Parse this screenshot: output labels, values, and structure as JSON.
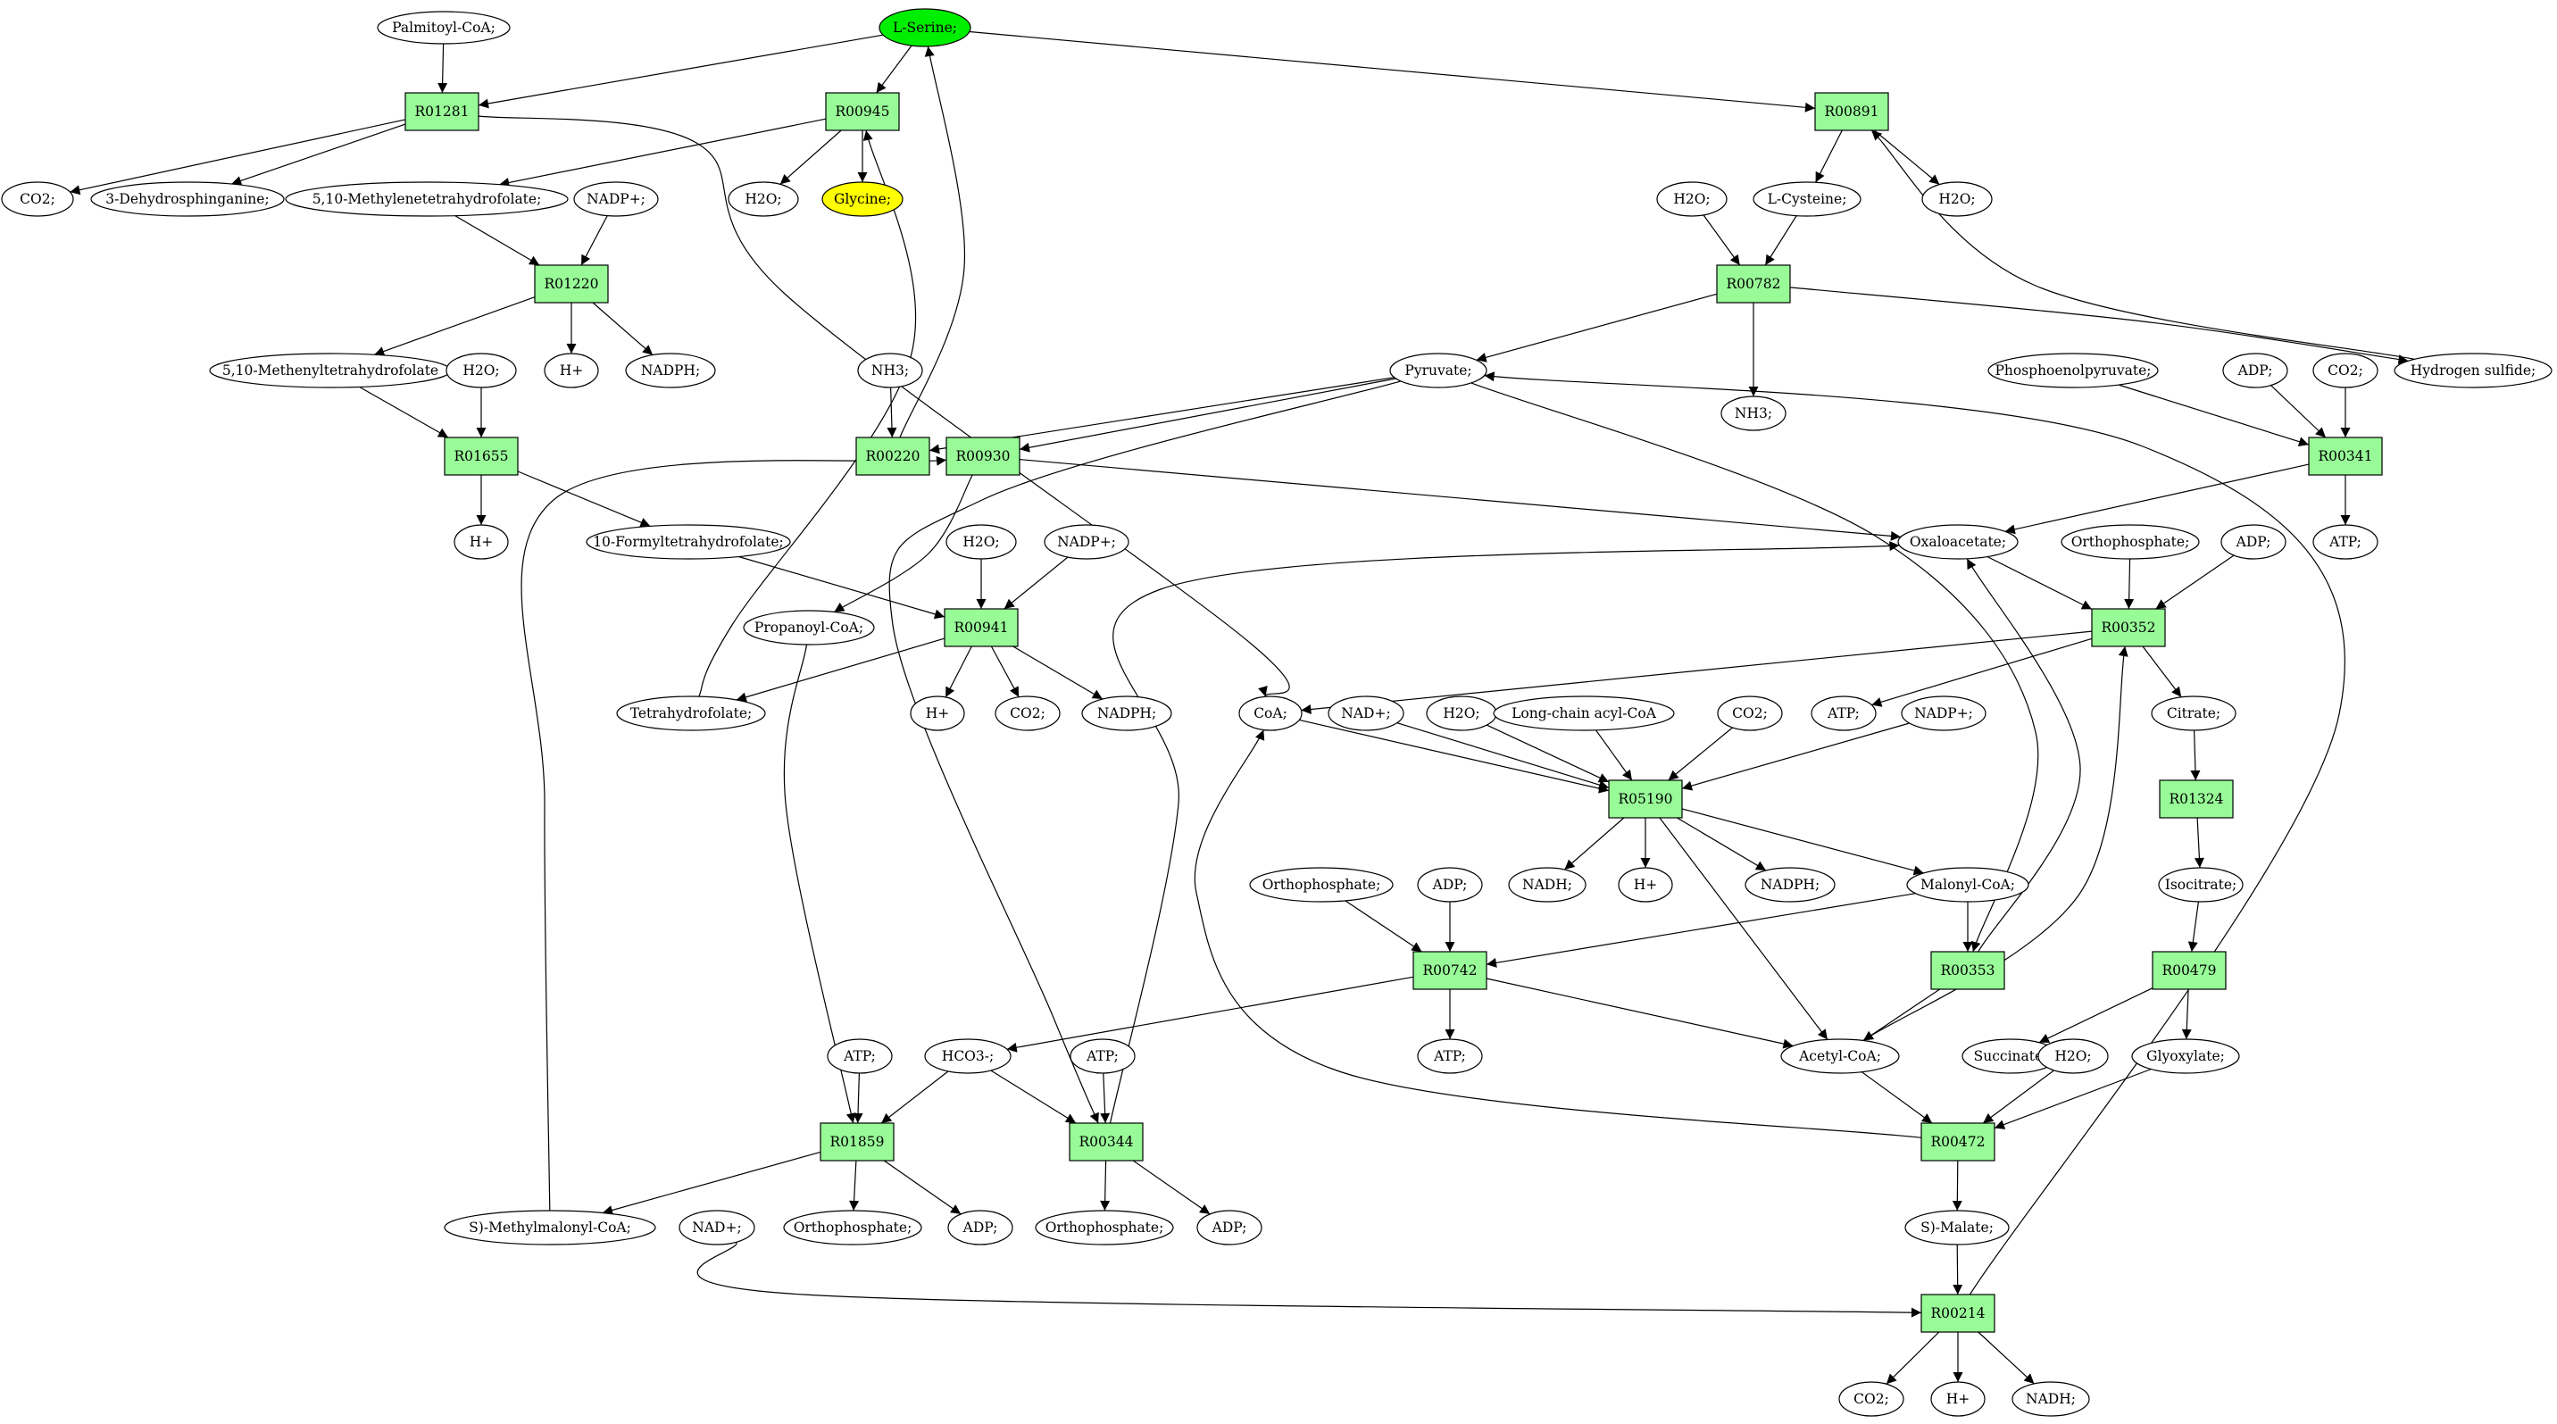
{
  "colors": {
    "reaction_fill": "#98fb98",
    "metabolite_fill": "#ffffff",
    "source_fill": "#00ee00",
    "target_fill": "#ffff00",
    "edge": "#000000"
  },
  "nodes": [
    {
      "id": "palm",
      "label": "Palmitoyl-CoA;",
      "kind": "met"
    },
    {
      "id": "ser",
      "label": "L-Serine;",
      "kind": "met",
      "fill": "#00ee00"
    },
    {
      "id": "R01281",
      "label": "R01281",
      "kind": "rxn"
    },
    {
      "id": "R00945",
      "label": "R00945",
      "kind": "rxn"
    },
    {
      "id": "R00891",
      "label": "R00891",
      "kind": "rxn"
    },
    {
      "id": "co2a",
      "label": "CO2;",
      "kind": "met"
    },
    {
      "id": "dhs",
      "label": "3-Dehydrosphinganine;",
      "kind": "met"
    },
    {
      "id": "mthf",
      "label": "5,10-Methylenetetrahydrofolate;",
      "kind": "met"
    },
    {
      "id": "h2oa",
      "label": "H2O;",
      "kind": "met"
    },
    {
      "id": "gly",
      "label": "Glycine;",
      "kind": "met",
      "fill": "#ffff00"
    },
    {
      "id": "nadpa",
      "label": "NADP+;",
      "kind": "met"
    },
    {
      "id": "R01220",
      "label": "R01220",
      "kind": "rxn"
    },
    {
      "id": "h2ob",
      "label": "H2O;",
      "kind": "met"
    },
    {
      "id": "lcys",
      "label": "L-Cysteine;",
      "kind": "met"
    },
    {
      "id": "h2oc",
      "label": "H2O;",
      "kind": "met"
    },
    {
      "id": "R00782",
      "label": "R00782",
      "kind": "rxn"
    },
    {
      "id": "methf",
      "label": "5,10-Methenyltetrahydrofolate",
      "kind": "met"
    },
    {
      "id": "h2od",
      "label": "H2O;",
      "kind": "met"
    },
    {
      "id": "hpa",
      "label": "H+",
      "kind": "met"
    },
    {
      "id": "nadpha",
      "label": "NADPH;",
      "kind": "met"
    },
    {
      "id": "nh3a",
      "label": "NH3;",
      "kind": "met"
    },
    {
      "id": "pyr",
      "label": "Pyruvate;",
      "kind": "met"
    },
    {
      "id": "nh3b",
      "label": "NH3;",
      "kind": "met"
    },
    {
      "id": "pep",
      "label": "Phosphoenolpyruvate;",
      "kind": "met"
    },
    {
      "id": "adpa",
      "label": "ADP;",
      "kind": "met"
    },
    {
      "id": "co2b",
      "label": "CO2;",
      "kind": "met"
    },
    {
      "id": "h2s",
      "label": "Hydrogen sulfide;",
      "kind": "met"
    },
    {
      "id": "R01655",
      "label": "R01655",
      "kind": "rxn"
    },
    {
      "id": "R00220",
      "label": "R00220",
      "kind": "rxn"
    },
    {
      "id": "R00930",
      "label": "R00930",
      "kind": "rxn"
    },
    {
      "id": "R00341",
      "label": "R00341",
      "kind": "rxn"
    },
    {
      "id": "hpb",
      "label": "H+",
      "kind": "met"
    },
    {
      "id": "fthf",
      "label": "10-Formyltetrahydrofolate;",
      "kind": "met"
    },
    {
      "id": "h2oe",
      "label": "H2O;",
      "kind": "met"
    },
    {
      "id": "nadpb",
      "label": "NADP+;",
      "kind": "met"
    },
    {
      "id": "oaa",
      "label": "Oxaloacetate;",
      "kind": "met"
    },
    {
      "id": "orthoa",
      "label": "Orthophosphate;",
      "kind": "met"
    },
    {
      "id": "adpb",
      "label": "ADP;",
      "kind": "met"
    },
    {
      "id": "atpa",
      "label": "ATP;",
      "kind": "met"
    },
    {
      "id": "propcoa",
      "label": "Propanoyl-CoA;",
      "kind": "met"
    },
    {
      "id": "R00941",
      "label": "R00941",
      "kind": "rxn"
    },
    {
      "id": "R00352",
      "label": "R00352",
      "kind": "rxn"
    },
    {
      "id": "thf",
      "label": "Tetrahydrofolate;",
      "kind": "met"
    },
    {
      "id": "hpc",
      "label": "H+",
      "kind": "met"
    },
    {
      "id": "co2c",
      "label": "CO2;",
      "kind": "met"
    },
    {
      "id": "nadphb",
      "label": "NADPH;",
      "kind": "met"
    },
    {
      "id": "coa",
      "label": "CoA;",
      "kind": "met"
    },
    {
      "id": "nada",
      "label": "NAD+;",
      "kind": "met"
    },
    {
      "id": "h2of",
      "label": "H2O;",
      "kind": "met"
    },
    {
      "id": "lcacoa",
      "label": "Long-chain acyl-CoA",
      "kind": "met"
    },
    {
      "id": "co2d",
      "label": "CO2;",
      "kind": "met"
    },
    {
      "id": "atpb",
      "label": "ATP;",
      "kind": "met"
    },
    {
      "id": "nadpc",
      "label": "NADP+;",
      "kind": "met"
    },
    {
      "id": "cit",
      "label": "Citrate;",
      "kind": "met"
    },
    {
      "id": "R05190",
      "label": "R05190",
      "kind": "rxn"
    },
    {
      "id": "R01324",
      "label": "R01324",
      "kind": "rxn"
    },
    {
      "id": "orthob",
      "label": "Orthophosphate;",
      "kind": "met"
    },
    {
      "id": "adpc",
      "label": "ADP;",
      "kind": "met"
    },
    {
      "id": "nadh",
      "label": "NADH;",
      "kind": "met"
    },
    {
      "id": "hpd",
      "label": "H+",
      "kind": "met"
    },
    {
      "id": "nadphc",
      "label": "NADPH;",
      "kind": "met"
    },
    {
      "id": "malcoa",
      "label": "Malonyl-CoA;",
      "kind": "met"
    },
    {
      "id": "icit",
      "label": "Isocitrate;",
      "kind": "met"
    },
    {
      "id": "R00742",
      "label": "R00742",
      "kind": "rxn"
    },
    {
      "id": "R00353",
      "label": "R00353",
      "kind": "rxn"
    },
    {
      "id": "R00479",
      "label": "R00479",
      "kind": "rxn"
    },
    {
      "id": "atpc",
      "label": "ATP;",
      "kind": "met"
    },
    {
      "id": "hco3",
      "label": "HCO3-;",
      "kind": "met"
    },
    {
      "id": "atpd",
      "label": "ATP;",
      "kind": "met"
    },
    {
      "id": "atpe",
      "label": "ATP;",
      "kind": "met"
    },
    {
      "id": "accoa",
      "label": "Acetyl-CoA;",
      "kind": "met"
    },
    {
      "id": "succ",
      "label": "Succinate;",
      "kind": "met"
    },
    {
      "id": "h2og",
      "label": "H2O;",
      "kind": "met"
    },
    {
      "id": "glyox",
      "label": "Glyoxylate;",
      "kind": "met"
    },
    {
      "id": "R01859",
      "label": "R01859",
      "kind": "rxn"
    },
    {
      "id": "R00344",
      "label": "R00344",
      "kind": "rxn"
    },
    {
      "id": "R00472",
      "label": "R00472",
      "kind": "rxn"
    },
    {
      "id": "mmcoa",
      "label": "S)-Methylmalonyl-CoA;",
      "kind": "met"
    },
    {
      "id": "nadb",
      "label": "NAD+;",
      "kind": "met"
    },
    {
      "id": "orthoc",
      "label": "Orthophosphate;",
      "kind": "met"
    },
    {
      "id": "adpd",
      "label": "ADP;",
      "kind": "met"
    },
    {
      "id": "orthod",
      "label": "Orthophosphate;",
      "kind": "met"
    },
    {
      "id": "adpe",
      "label": "ADP;",
      "kind": "met"
    },
    {
      "id": "smal",
      "label": "S)-Malate;",
      "kind": "met"
    },
    {
      "id": "R00214",
      "label": "R00214",
      "kind": "rxn"
    },
    {
      "id": "co2e",
      "label": "CO2;",
      "kind": "met"
    },
    {
      "id": "hpe",
      "label": "H+",
      "kind": "met"
    },
    {
      "id": "nadhb",
      "label": "NADH;",
      "kind": "met"
    }
  ],
  "edges": [
    {
      "from": "palm",
      "to": "R01281"
    },
    {
      "from": "ser",
      "to": "R01281"
    },
    {
      "from": "ser",
      "to": "R00945"
    },
    {
      "from": "ser",
      "to": "R00891"
    },
    {
      "from": "R01281",
      "to": "co2a"
    },
    {
      "from": "R01281",
      "to": "dhs"
    },
    {
      "from": "R01281",
      "to": "coa"
    },
    {
      "from": "R00945",
      "to": "mthf"
    },
    {
      "from": "R00945",
      "to": "h2oa"
    },
    {
      "from": "R00945",
      "to": "gly"
    },
    {
      "from": "thf",
      "to": "R00945"
    },
    {
      "from": "mthf",
      "to": "R01220"
    },
    {
      "from": "nadpa",
      "to": "R01220"
    },
    {
      "from": "R01220",
      "to": "methf"
    },
    {
      "from": "R01220",
      "to": "hpa"
    },
    {
      "from": "R01220",
      "to": "nadpha"
    },
    {
      "from": "methf",
      "to": "R01655"
    },
    {
      "from": "h2od",
      "to": "R01655"
    },
    {
      "from": "R01655",
      "to": "hpb"
    },
    {
      "from": "R01655",
      "to": "fthf"
    },
    {
      "from": "fthf",
      "to": "R00941"
    },
    {
      "from": "h2oe",
      "to": "R00941"
    },
    {
      "from": "nadpb",
      "to": "R00941"
    },
    {
      "from": "R00941",
      "to": "thf"
    },
    {
      "from": "R00941",
      "to": "hpc"
    },
    {
      "from": "R00941",
      "to": "co2c"
    },
    {
      "from": "R00941",
      "to": "nadphb"
    },
    {
      "from": "R00891",
      "to": "lcys"
    },
    {
      "from": "R00891",
      "to": "h2ob"
    },
    {
      "from": "h2s",
      "to": "R00891"
    },
    {
      "from": "h2oc",
      "to": "R00782"
    },
    {
      "from": "lcys",
      "to": "R00782"
    },
    {
      "from": "R00782",
      "to": "pyr"
    },
    {
      "from": "R00782",
      "to": "nh3b"
    },
    {
      "from": "R00782",
      "to": "h2s"
    },
    {
      "from": "nh3a",
      "to": "R00220"
    },
    {
      "from": "R00220",
      "to": "ser"
    },
    {
      "from": "pyr",
      "to": "R00220"
    },
    {
      "from": "pyr",
      "to": "R00930"
    },
    {
      "from": "pyr",
      "to": "R00344"
    },
    {
      "from": "pyr",
      "to": "R00353"
    },
    {
      "from": "R00930",
      "to": "oaa"
    },
    {
      "from": "R00930",
      "to": "propcoa"
    },
    {
      "from": "mmcoa",
      "to": "R00930"
    },
    {
      "from": "pep",
      "to": "R00341"
    },
    {
      "from": "adpa",
      "to": "R00341"
    },
    {
      "from": "co2b",
      "to": "R00341"
    },
    {
      "from": "R00341",
      "to": "oaa"
    },
    {
      "from": "R00341",
      "to": "atpa"
    },
    {
      "from": "oaa",
      "to": "R00352"
    },
    {
      "from": "orthoa",
      "to": "R00352"
    },
    {
      "from": "adpb",
      "to": "R00352"
    },
    {
      "from": "R00352",
      "to": "coa"
    },
    {
      "from": "R00352",
      "to": "atpb"
    },
    {
      "from": "R00352",
      "to": "cit"
    },
    {
      "from": "cit",
      "to": "R01324"
    },
    {
      "from": "R01324",
      "to": "icit"
    },
    {
      "from": "icit",
      "to": "R00479"
    },
    {
      "from": "R00479",
      "to": "succ"
    },
    {
      "from": "R00479",
      "to": "glyox"
    },
    {
      "from": "coa",
      "to": "R05190"
    },
    {
      "from": "nada",
      "to": "R05190"
    },
    {
      "from": "h2of",
      "to": "R05190"
    },
    {
      "from": "lcacoa",
      "to": "R05190"
    },
    {
      "from": "co2d",
      "to": "R05190"
    },
    {
      "from": "nadpc",
      "to": "R05190"
    },
    {
      "from": "R05190",
      "to": "nadh"
    },
    {
      "from": "R05190",
      "to": "hpd"
    },
    {
      "from": "R05190",
      "to": "nadphc"
    },
    {
      "from": "R05190",
      "to": "malcoa"
    },
    {
      "from": "R05190",
      "to": "accoa"
    },
    {
      "from": "malcoa",
      "to": "R00742"
    },
    {
      "from": "orthob",
      "to": "R00742"
    },
    {
      "from": "adpc",
      "to": "R00742"
    },
    {
      "from": "R00742",
      "to": "atpc"
    },
    {
      "from": "R00742",
      "to": "hco3"
    },
    {
      "from": "R00742",
      "to": "accoa"
    },
    {
      "from": "malcoa",
      "to": "R00353"
    },
    {
      "from": "R00353",
      "to": "oaa"
    },
    {
      "from": "R00353",
      "to": "accoa"
    },
    {
      "from": "accoa",
      "to": "R00352"
    },
    {
      "from": "accoa",
      "to": "R00472"
    },
    {
      "from": "h2og",
      "to": "R00472"
    },
    {
      "from": "glyox",
      "to": "R00472"
    },
    {
      "from": "R00472",
      "to": "smal"
    },
    {
      "from": "R00472",
      "to": "coa"
    },
    {
      "from": "propcoa",
      "to": "R01859"
    },
    {
      "from": "atpd",
      "to": "R01859"
    },
    {
      "from": "hco3",
      "to": "R01859"
    },
    {
      "from": "R01859",
      "to": "mmcoa"
    },
    {
      "from": "R01859",
      "to": "orthoc"
    },
    {
      "from": "R01859",
      "to": "adpd"
    },
    {
      "from": "hco3",
      "to": "R00344"
    },
    {
      "from": "atpe",
      "to": "R00344"
    },
    {
      "from": "R00344",
      "to": "orthod"
    },
    {
      "from": "R00344",
      "to": "adpe"
    },
    {
      "from": "R00344",
      "to": "oaa"
    },
    {
      "from": "smal",
      "to": "R00214"
    },
    {
      "from": "nadb",
      "to": "R00214"
    },
    {
      "from": "R00214",
      "to": "co2e"
    },
    {
      "from": "R00214",
      "to": "hpe"
    },
    {
      "from": "R00214",
      "to": "nadhb"
    },
    {
      "from": "R00214",
      "to": "pyr"
    }
  ]
}
